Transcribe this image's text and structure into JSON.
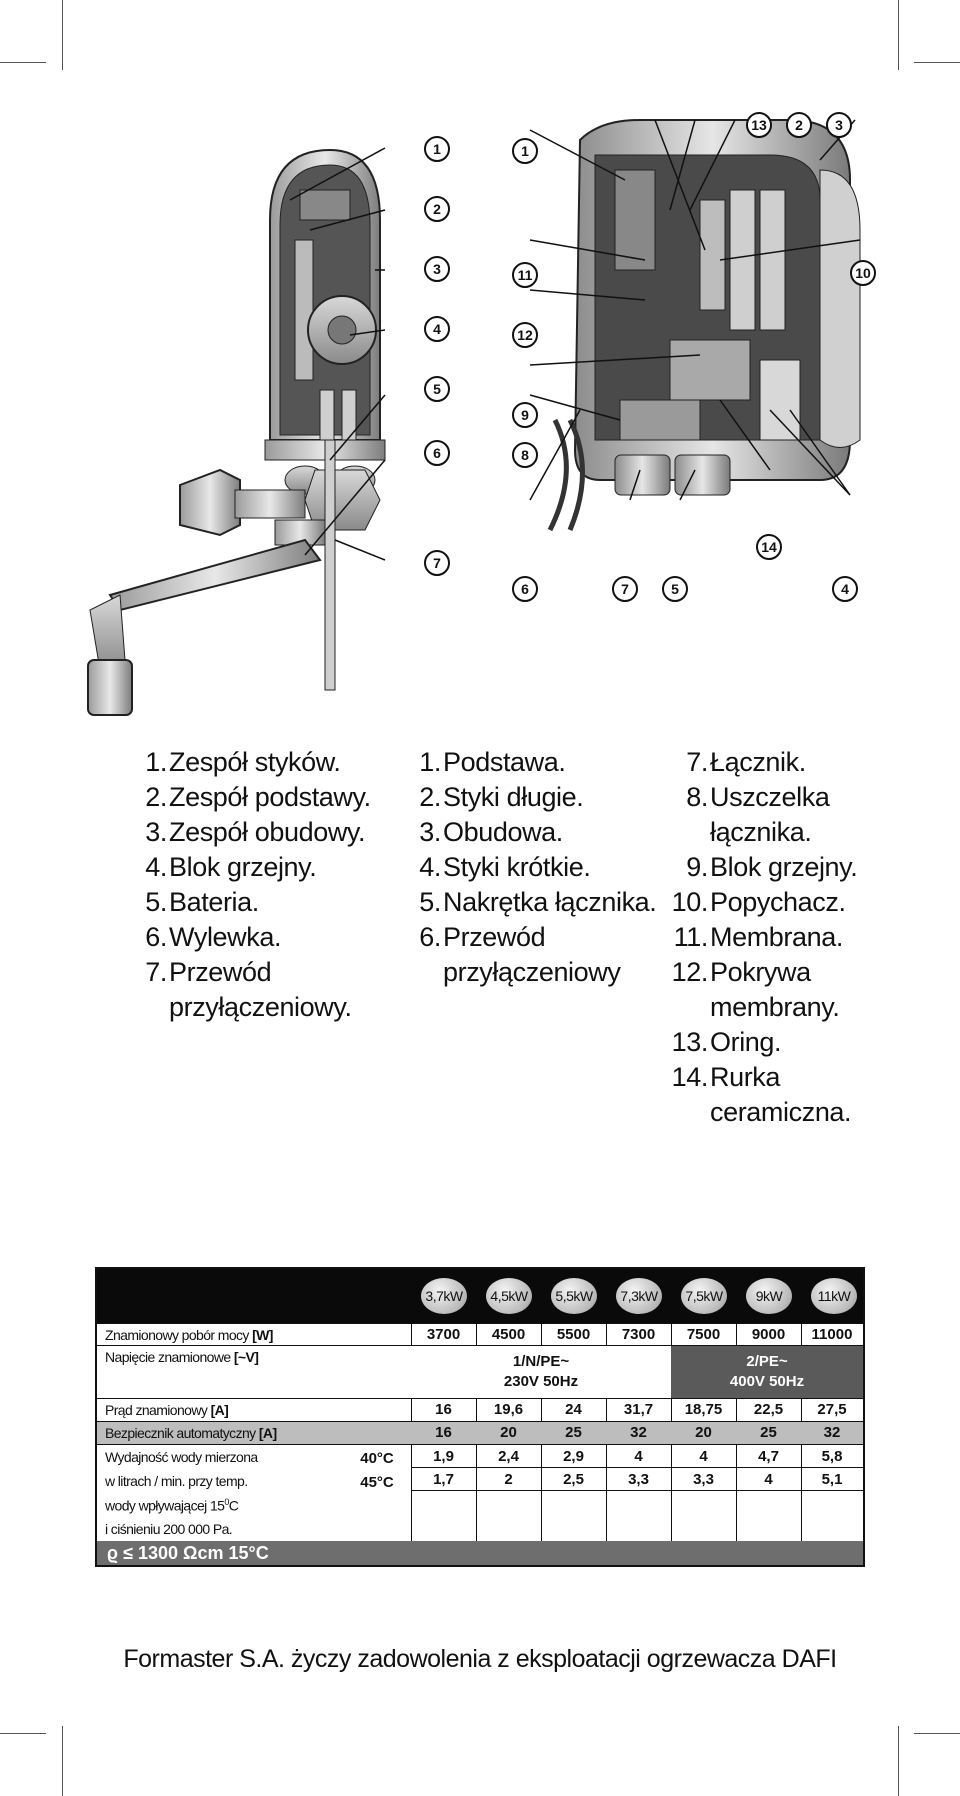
{
  "left_figure": {
    "callouts": [
      "1",
      "2",
      "3",
      "4",
      "5",
      "6",
      "7"
    ]
  },
  "right_figure": {
    "callouts": [
      "1",
      "11",
      "12",
      "9",
      "8",
      "6",
      "13",
      "2",
      "3",
      "10",
      "14",
      "7",
      "5",
      "4"
    ]
  },
  "legend": {
    "col1": [
      {
        "num": "1.",
        "text": "Zespół styków."
      },
      {
        "num": "2.",
        "text": "Zespół podstawy."
      },
      {
        "num": "3.",
        "text": "Zespół obudowy."
      },
      {
        "num": "4.",
        "text": "Blok grzejny."
      },
      {
        "num": "5.",
        "text": "Bateria."
      },
      {
        "num": "6.",
        "text": "Wylewka."
      },
      {
        "num": "7.",
        "text": "Przewód"
      },
      {
        "num": "",
        "text": "przyłączeniowy."
      }
    ],
    "col2": [
      {
        "num": "1.",
        "text": "Podstawa."
      },
      {
        "num": "2.",
        "text": "Styki długie."
      },
      {
        "num": "3.",
        "text": "Obudowa."
      },
      {
        "num": "4.",
        "text": "Styki krótkie."
      },
      {
        "num": "5.",
        "text": "Nakrętka łącznika."
      },
      {
        "num": "6.",
        "text": "Przewód"
      },
      {
        "num": "",
        "text": "przyłączeniowy"
      }
    ],
    "col3": [
      {
        "num": "7.",
        "text": "Łącznik."
      },
      {
        "num": "8.",
        "text": "Uszczelka"
      },
      {
        "num": "",
        "text": "łącznika."
      },
      {
        "num": "9.",
        "text": "Blok grzejny."
      },
      {
        "num": "10.",
        "text": "Popychacz."
      },
      {
        "num": "11.",
        "text": "Membrana."
      },
      {
        "num": "12.",
        "text": "Pokrywa"
      },
      {
        "num": "",
        "text": "membrany."
      },
      {
        "num": "13.",
        "text": "Oring."
      },
      {
        "num": "14.",
        "text": "Rurka"
      },
      {
        "num": "",
        "text": "ceramiczna."
      }
    ]
  },
  "specs": {
    "models": [
      "3,7kW",
      "4,5kW",
      "5,5kW",
      "7,3kW",
      "7,5kW",
      "9kW",
      "11kW"
    ],
    "power": {
      "label": "Znamionowy pobór mocy",
      "unit": "[W]",
      "values": [
        "3700",
        "4500",
        "5500",
        "7300",
        "7500",
        "9000",
        "11000"
      ]
    },
    "voltage": {
      "label": "Napięcie znamionowe",
      "unit": "[~V]",
      "group1_line1": "1/N/PE~",
      "group1_line2": "230V 50Hz",
      "group2_line1": "2/PE~",
      "group2_line2": "400V 50Hz"
    },
    "current": {
      "label": "Prąd znamionowy",
      "unit": "[A]",
      "values": [
        "16",
        "19,6",
        "24",
        "31,7",
        "18,75",
        "22,5",
        "27,5"
      ]
    },
    "fuse": {
      "label": "Bezpiecznik automatyczny",
      "unit": "[A]",
      "values": [
        "16",
        "20",
        "25",
        "32",
        "20",
        "25",
        "32"
      ]
    },
    "flow": {
      "label_lines": [
        "Wydajność wody mierzona",
        "w litrach / min. przy temp.",
        "wody wpływającej 15",
        "i ciśnieniu 200 000 Pa."
      ],
      "label_sup": "0",
      "label_after_sup": "C",
      "temp40": "40°C",
      "temp45": "45°C",
      "values40": [
        "1,9",
        "2,4",
        "2,9",
        "4",
        "4",
        "4,7",
        "5,8"
      ],
      "values45": [
        "1,7",
        "2",
        "2,5",
        "3,3",
        "3,3",
        "4",
        "5,1"
      ]
    },
    "footer": "ϱ ≤ 1300 Ωcm  15°C"
  },
  "footer_text": "Formaster S.A. życzy zadowolenia z eksploatacji ogrzewacza DAFI",
  "colors": {
    "header_bg": "#0a0a0a",
    "shade_row": "#bdbdbd",
    "voltage_group2_bg": "#5a5a5a",
    "footer_bar": "#6e6e6e"
  }
}
